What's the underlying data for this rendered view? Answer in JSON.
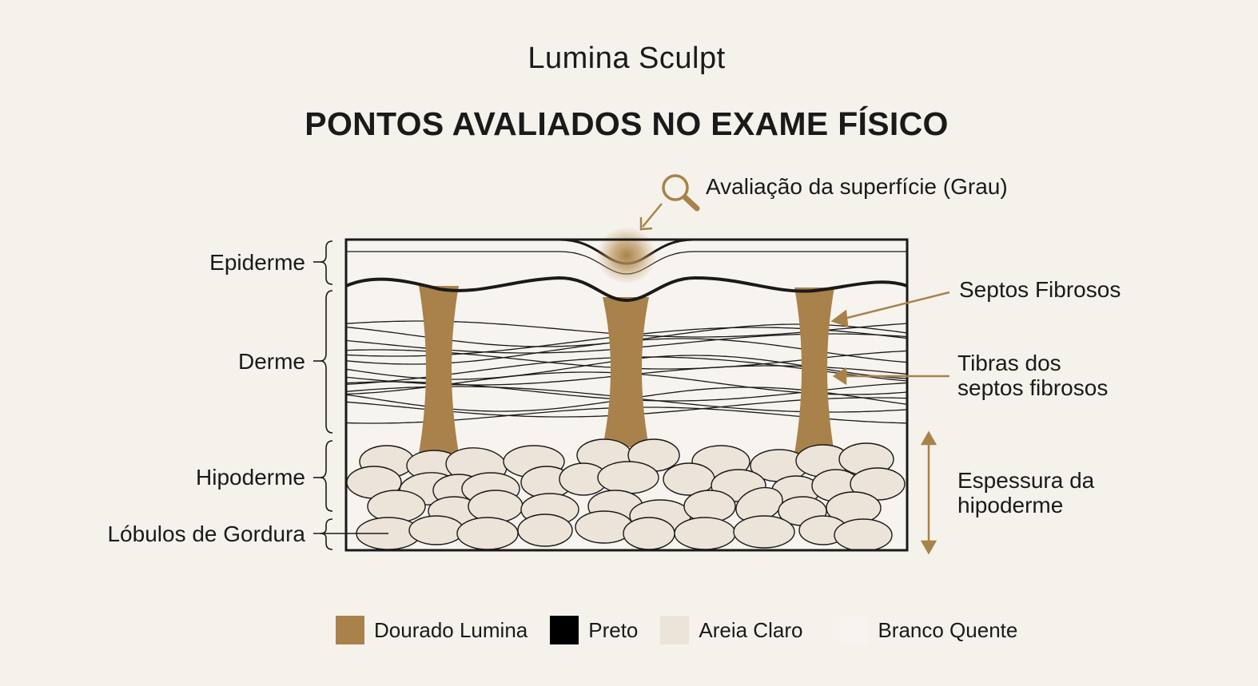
{
  "brand": "Lumina Sculpt",
  "title": "PONTOS AVALIADOS NO EXAME FÍSICO",
  "labels": {
    "surface": "Avaliação da superfície (Grau)",
    "epiderme": "Epiderme",
    "derme": "Derme",
    "hipoderme": "Hipoderme",
    "lobulos": "Lóbulos de Gordura",
    "septos": "Septos Fibrosos",
    "tibras_line1": "Tibras dos",
    "tibras_line2": "septos fibrosos",
    "espessura_line1": "Espessura da",
    "espessura_line2": "hipoderme"
  },
  "icons": {
    "magnifier": "magnifier-icon"
  },
  "colors": {
    "gold": "#a8824a",
    "black": "#000000",
    "sand": "#ece4d8",
    "warm_white": "#f7f4ef",
    "background": "#f5f2ec"
  },
  "legend": [
    {
      "label": "Dourado Lumina",
      "color": "#a8824a"
    },
    {
      "label": "Preto",
      "color": "#000000"
    },
    {
      "label": "Areia Claro",
      "color": "#ece4d8"
    },
    {
      "label": "Branco Quente",
      "color": "#f7f4ef"
    }
  ]
}
